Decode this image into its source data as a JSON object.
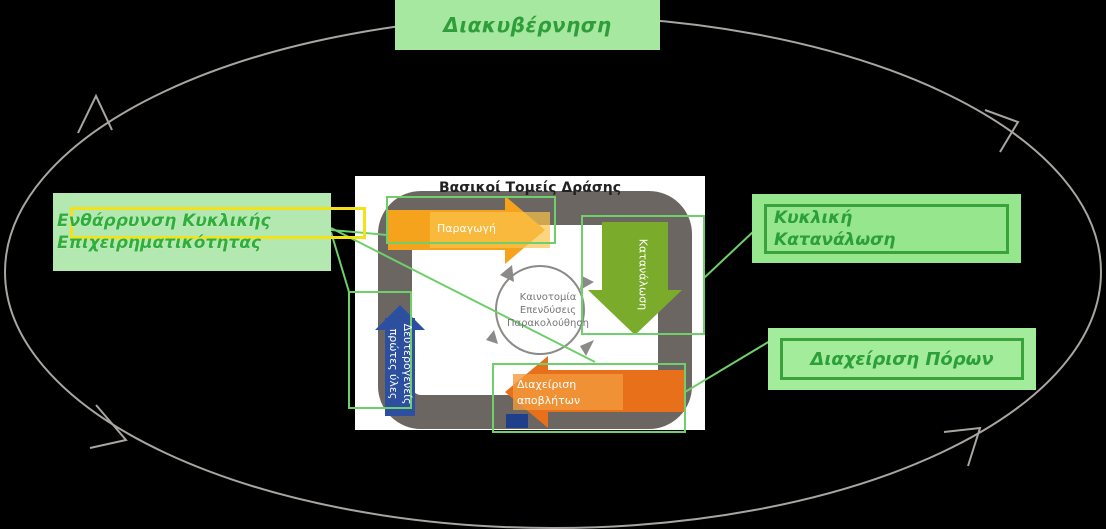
{
  "governance": "Διακυβέρνηση",
  "circular_business": "Ενθάρρυνση Κυκλικής Επιχειρηματικότητας",
  "circular_consumption": "Κυκλική Κατανάλωση",
  "resource_management": "Διαχείριση Πόρων",
  "panel": {
    "title": "Βασικοί Τομείς Δράσης",
    "production": "Παραγωγή",
    "consumption": "Κατανάλωση",
    "waste_management": "Διαχείριση αποβλήτων",
    "secondary_materials": "Δευτερογενείς πρώτες ύλες",
    "center_lines": [
      "Καινοτομία",
      "Επενδύσεις",
      "Παρακολούθηση"
    ]
  },
  "colors": {
    "label_green": "#2e9e3a",
    "box_green": "#a7e8a0",
    "production_orange": "#f5a21c",
    "consumption_green": "#7aab2a",
    "waste_orange": "#e8701a",
    "secondary_blue": "#2c4fa0",
    "ring_gray": "#6b6662"
  }
}
